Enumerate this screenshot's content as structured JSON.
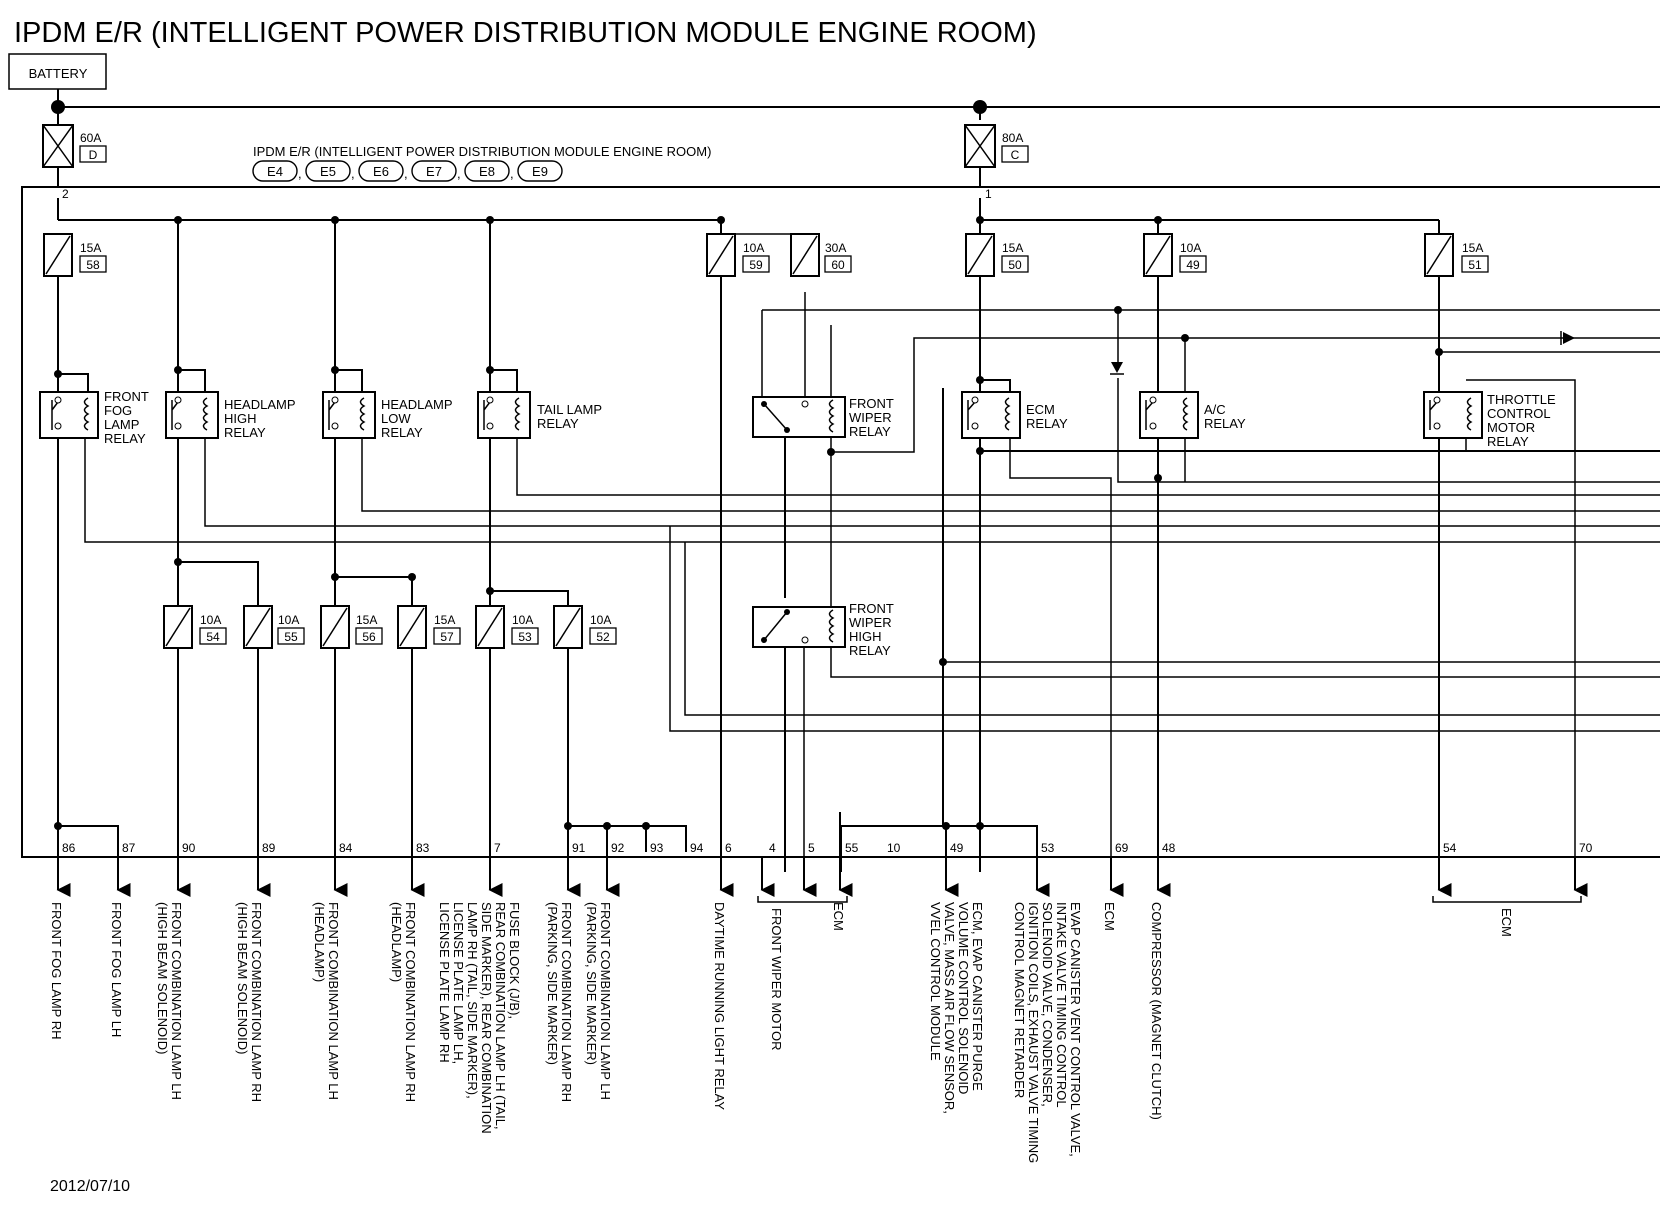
{
  "title": "IPDM E/R (INTELLIGENT POWER DISTRIBUTION MODULE ENGINE ROOM)",
  "battery_label": "BATTERY",
  "module_label": "IPDM E/R (INTELLIGENT POWER DISTRIBUTION MODULE ENGINE ROOM)",
  "connectors": [
    "E4",
    "E5",
    "E6",
    "E7",
    "E8",
    "E9"
  ],
  "main_fuses": [
    {
      "amp": "60A",
      "id": "D",
      "pin": "2"
    },
    {
      "amp": "80A",
      "id": "C",
      "pin": "1"
    }
  ],
  "fuses": [
    {
      "amp": "15A",
      "num": "58"
    },
    {
      "amp": "10A",
      "num": "59"
    },
    {
      "amp": "30A",
      "num": "60"
    },
    {
      "amp": "15A",
      "num": "50"
    },
    {
      "amp": "10A",
      "num": "49"
    },
    {
      "amp": "15A",
      "num": "51"
    },
    {
      "amp": "10A",
      "num": "54"
    },
    {
      "amp": "10A",
      "num": "55"
    },
    {
      "amp": "15A",
      "num": "56"
    },
    {
      "amp": "15A",
      "num": "57"
    },
    {
      "amp": "10A",
      "num": "53"
    },
    {
      "amp": "10A",
      "num": "52"
    }
  ],
  "relays": [
    {
      "lines": [
        "FRONT",
        "FOG",
        "LAMP",
        "RELAY"
      ]
    },
    {
      "lines": [
        "HEADLAMP",
        "HIGH",
        "RELAY"
      ]
    },
    {
      "lines": [
        "HEADLAMP",
        "LOW",
        "RELAY"
      ]
    },
    {
      "lines": [
        "TAIL LAMP",
        "RELAY"
      ]
    },
    {
      "lines": [
        "FRONT",
        "WIPER",
        "RELAY"
      ]
    },
    {
      "lines": [
        "ECM",
        "RELAY"
      ]
    },
    {
      "lines": [
        "A/C",
        "RELAY"
      ]
    },
    {
      "lines": [
        "THROTTLE",
        "CONTROL",
        "MOTOR",
        "RELAY"
      ]
    },
    {
      "lines": [
        "FRONT",
        "WIPER",
        "HIGH",
        "RELAY"
      ]
    }
  ],
  "pins": [
    "86",
    "87",
    "90",
    "89",
    "84",
    "83",
    "7",
    "91",
    "92",
    "93",
    "94",
    "6",
    "4",
    "5",
    "55",
    "10",
    "49",
    "53",
    "69",
    "48",
    "54",
    "70"
  ],
  "outputs": [
    {
      "lines": [
        "FRONT FOG LAMP RH"
      ]
    },
    {
      "lines": [
        "FRONT FOG LAMP LH"
      ]
    },
    {
      "lines": [
        "FRONT COMBINATION LAMP LH",
        "(HIGH BEAM SOLENOID)"
      ]
    },
    {
      "lines": [
        "FRONT COMBINATION LAMP RH",
        "(HIGH BEAM SOLENOID)"
      ]
    },
    {
      "lines": [
        "FRONT COMBINATION LAMP LH",
        "(HEADLAMP)"
      ]
    },
    {
      "lines": [
        "FRONT COMBINATION LAMP RH",
        "(HEADLAMP)"
      ]
    },
    {
      "lines": [
        "FUSE BLOCK (J/B),",
        "REAR COMBINATION LAMP LH (TAIL,",
        "SIDE MARKER), REAR COMBINATION",
        "LAMP RH (TAIL, SIDE MARKER),",
        "LICENSE PLATE LAMP LH,",
        "LICENSE PLATE LAMP RH"
      ]
    },
    {
      "lines": [
        "FRONT COMBINATION LAMP RH",
        "(PARKING, SIDE MARKER)"
      ]
    },
    {
      "lines": [
        "FRONT COMBINATION LAMP LH",
        "(PARKING, SIDE MARKER)"
      ]
    },
    {
      "lines": [
        "DAYTIME RUNNING LIGHT RELAY"
      ]
    },
    {
      "lines": [
        "FRONT WIPER MOTOR"
      ]
    },
    {
      "lines": [
        "ECM"
      ]
    },
    {
      "lines": [
        "ECM, EVAP CANISTER PURGE",
        "VOLUME CONTROL SOLENOID",
        "VALVE, MASS AIR FLOW SENSOR,",
        "VVEL CONTROL MODULE"
      ]
    },
    {
      "lines": [
        "EVAP CANISTER VENT CONTROL VALVE,",
        "INTAKE VALVE TIMING CONTROL",
        "SOLENOID VALVE, CONDENSER,",
        "IGNITION COILS, EXHAUST VALVE TIMING",
        "CONTROL MAGNET RETARDER"
      ]
    },
    {
      "lines": [
        "ECM"
      ]
    },
    {
      "lines": [
        "COMPRESSOR (MAGNET CLUTCH)"
      ]
    },
    {
      "lines": [
        "ECM"
      ]
    }
  ],
  "date": "2012/07/10"
}
